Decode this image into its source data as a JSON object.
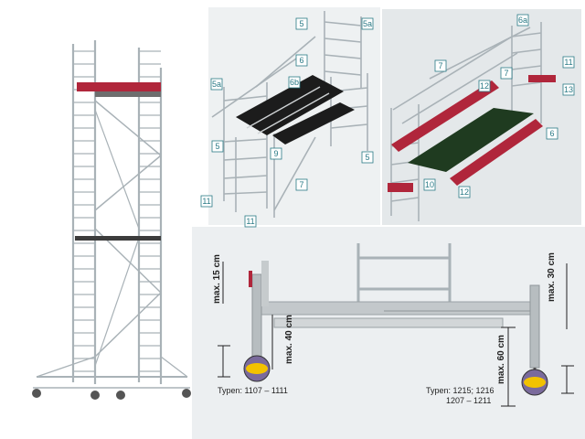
{
  "part_labels": {
    "left_panel": [
      "5",
      "5a",
      "6",
      "6b",
      "5a",
      "9",
      "5",
      "5",
      "11",
      "7",
      "11"
    ],
    "right_panel": [
      "6a",
      "7",
      "11",
      "7",
      "12",
      "13",
      "6",
      "10",
      "12"
    ]
  },
  "dimensions": {
    "max_15": "max. 15 cm",
    "max_40": "max. 40 cm",
    "max_60": "max. 60 cm",
    "max_30": "max. 30 cm"
  },
  "types": {
    "left": "Typen: 1107 – 1111",
    "right_line1": "Typen: 1215; 1216",
    "right_line2": "1207 – 1211"
  },
  "colors": {
    "frame": "#a9b2b7",
    "rail_red": "#b0263b",
    "platform_dark": "#1c1c1c",
    "label": "#2a7a86",
    "panel_bg": "#eceff1"
  }
}
